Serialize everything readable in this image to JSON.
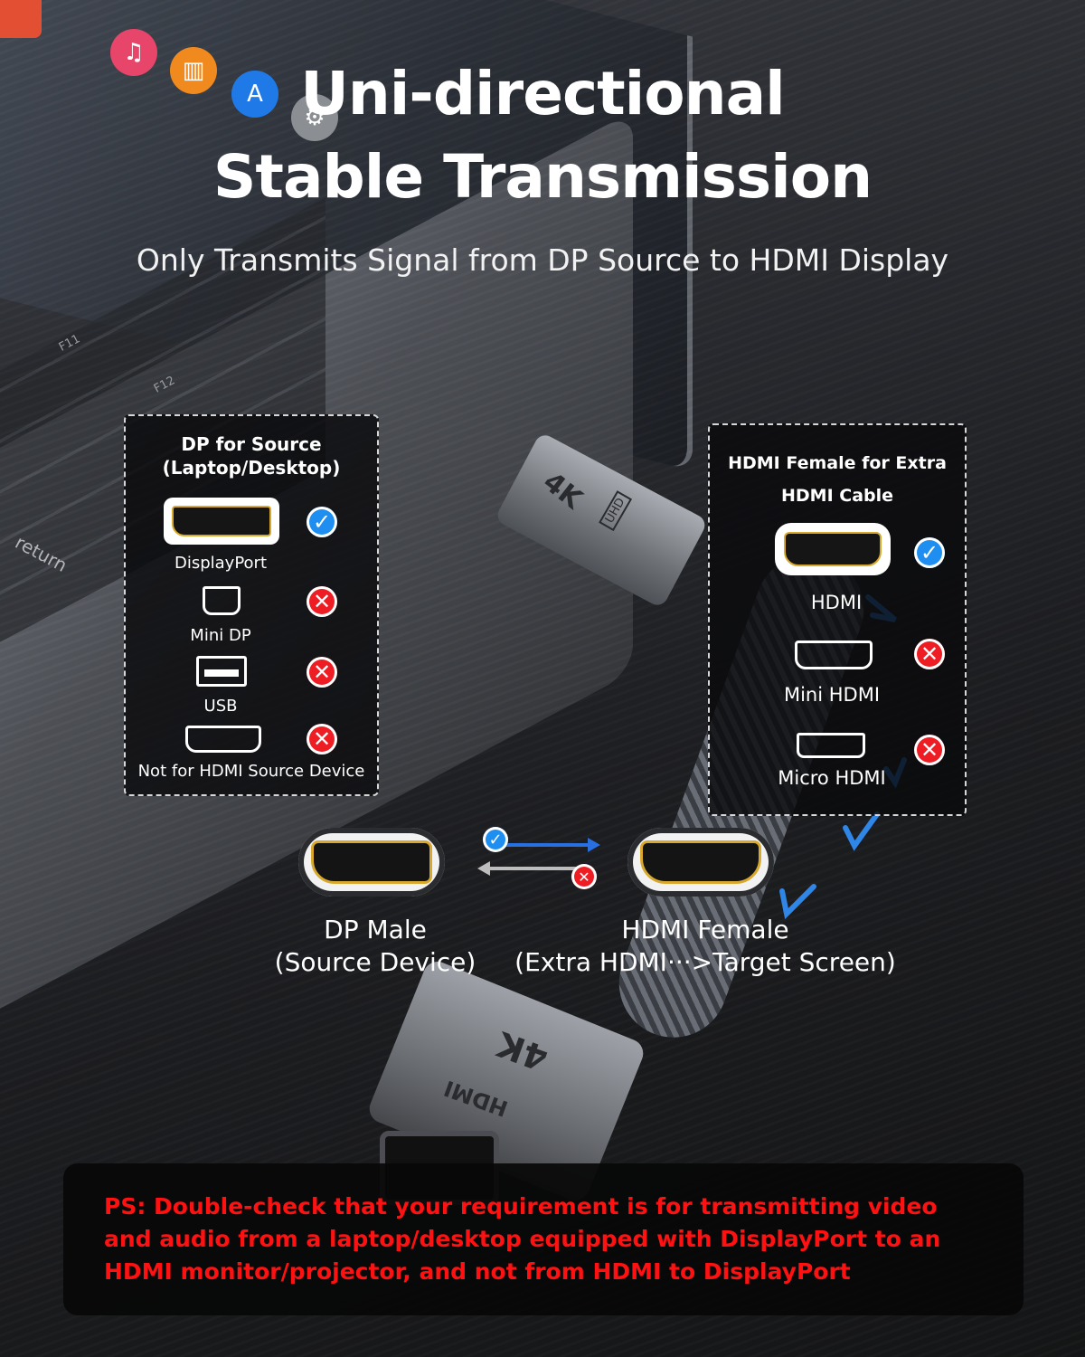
{
  "title_line1": "Uni-directional",
  "title_line2": "Stable Transmission",
  "subtitle": "Only Transmits Signal from DP Source to HDMI Display",
  "colors": {
    "check": "#1e8ef0",
    "cross": "#ee1d23",
    "note": "#ff1111",
    "gold": "#d9a92e"
  },
  "left_panel": {
    "title_line1": "DP for Source",
    "title_line2": "(Laptop/Desktop)",
    "items": [
      {
        "label": "DisplayPort",
        "status": "supported",
        "icon": "displayport-port-icon"
      },
      {
        "label": "Mini DP",
        "status": "not-supported",
        "icon": "mini-dp-port-icon"
      },
      {
        "label": "USB",
        "status": "not-supported",
        "icon": "usb-port-icon"
      },
      {
        "label": "Not for HDMI Source Device",
        "status": "not-supported",
        "icon": "hdmi-port-icon"
      }
    ]
  },
  "right_panel": {
    "title_line1": "HDMI Female for Extra",
    "title_line2": "HDMI Cable",
    "items": [
      {
        "label": "HDMI",
        "status": "supported",
        "icon": "hdmi-port-icon"
      },
      {
        "label": "Mini HDMI",
        "status": "not-supported",
        "icon": "mini-hdmi-port-icon"
      },
      {
        "label": "Micro HDMI",
        "status": "not-supported",
        "icon": "micro-hdmi-port-icon"
      }
    ]
  },
  "dp_male": {
    "line1": "DP Male",
    "line2": "(Source Device)"
  },
  "hdmi_female": {
    "line1": "HDMI Female",
    "line2": "(Extra HDMI···>Target Screen)"
  },
  "cable_labels": {
    "dp_end": "4K",
    "dp_end_small": "UHD",
    "hdmi_end": "4K",
    "hdmi_end_small": "HDMI"
  },
  "keyboard_keys": {
    "f11": "F11",
    "f12": "F12",
    "return": "return"
  },
  "note": "PS: Double-check that your requirement is for transmitting video and audio from a laptop/desktop equipped with DisplayPort to an HDMI monitor/projector, and not from HDMI to DisplayPort"
}
